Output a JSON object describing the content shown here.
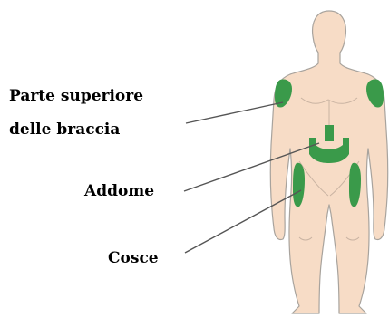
{
  "colors": {
    "skin": "#f7dcc6",
    "outline": "#a8a39d",
    "injection_site": "#3a9a4a",
    "leader_line": "#555555",
    "text": "#000000"
  },
  "labels": {
    "upper_arm_line1": "Parte superiore",
    "upper_arm_line2": "delle braccia",
    "abdomen": "Addome",
    "thighs": "Cosce"
  }
}
